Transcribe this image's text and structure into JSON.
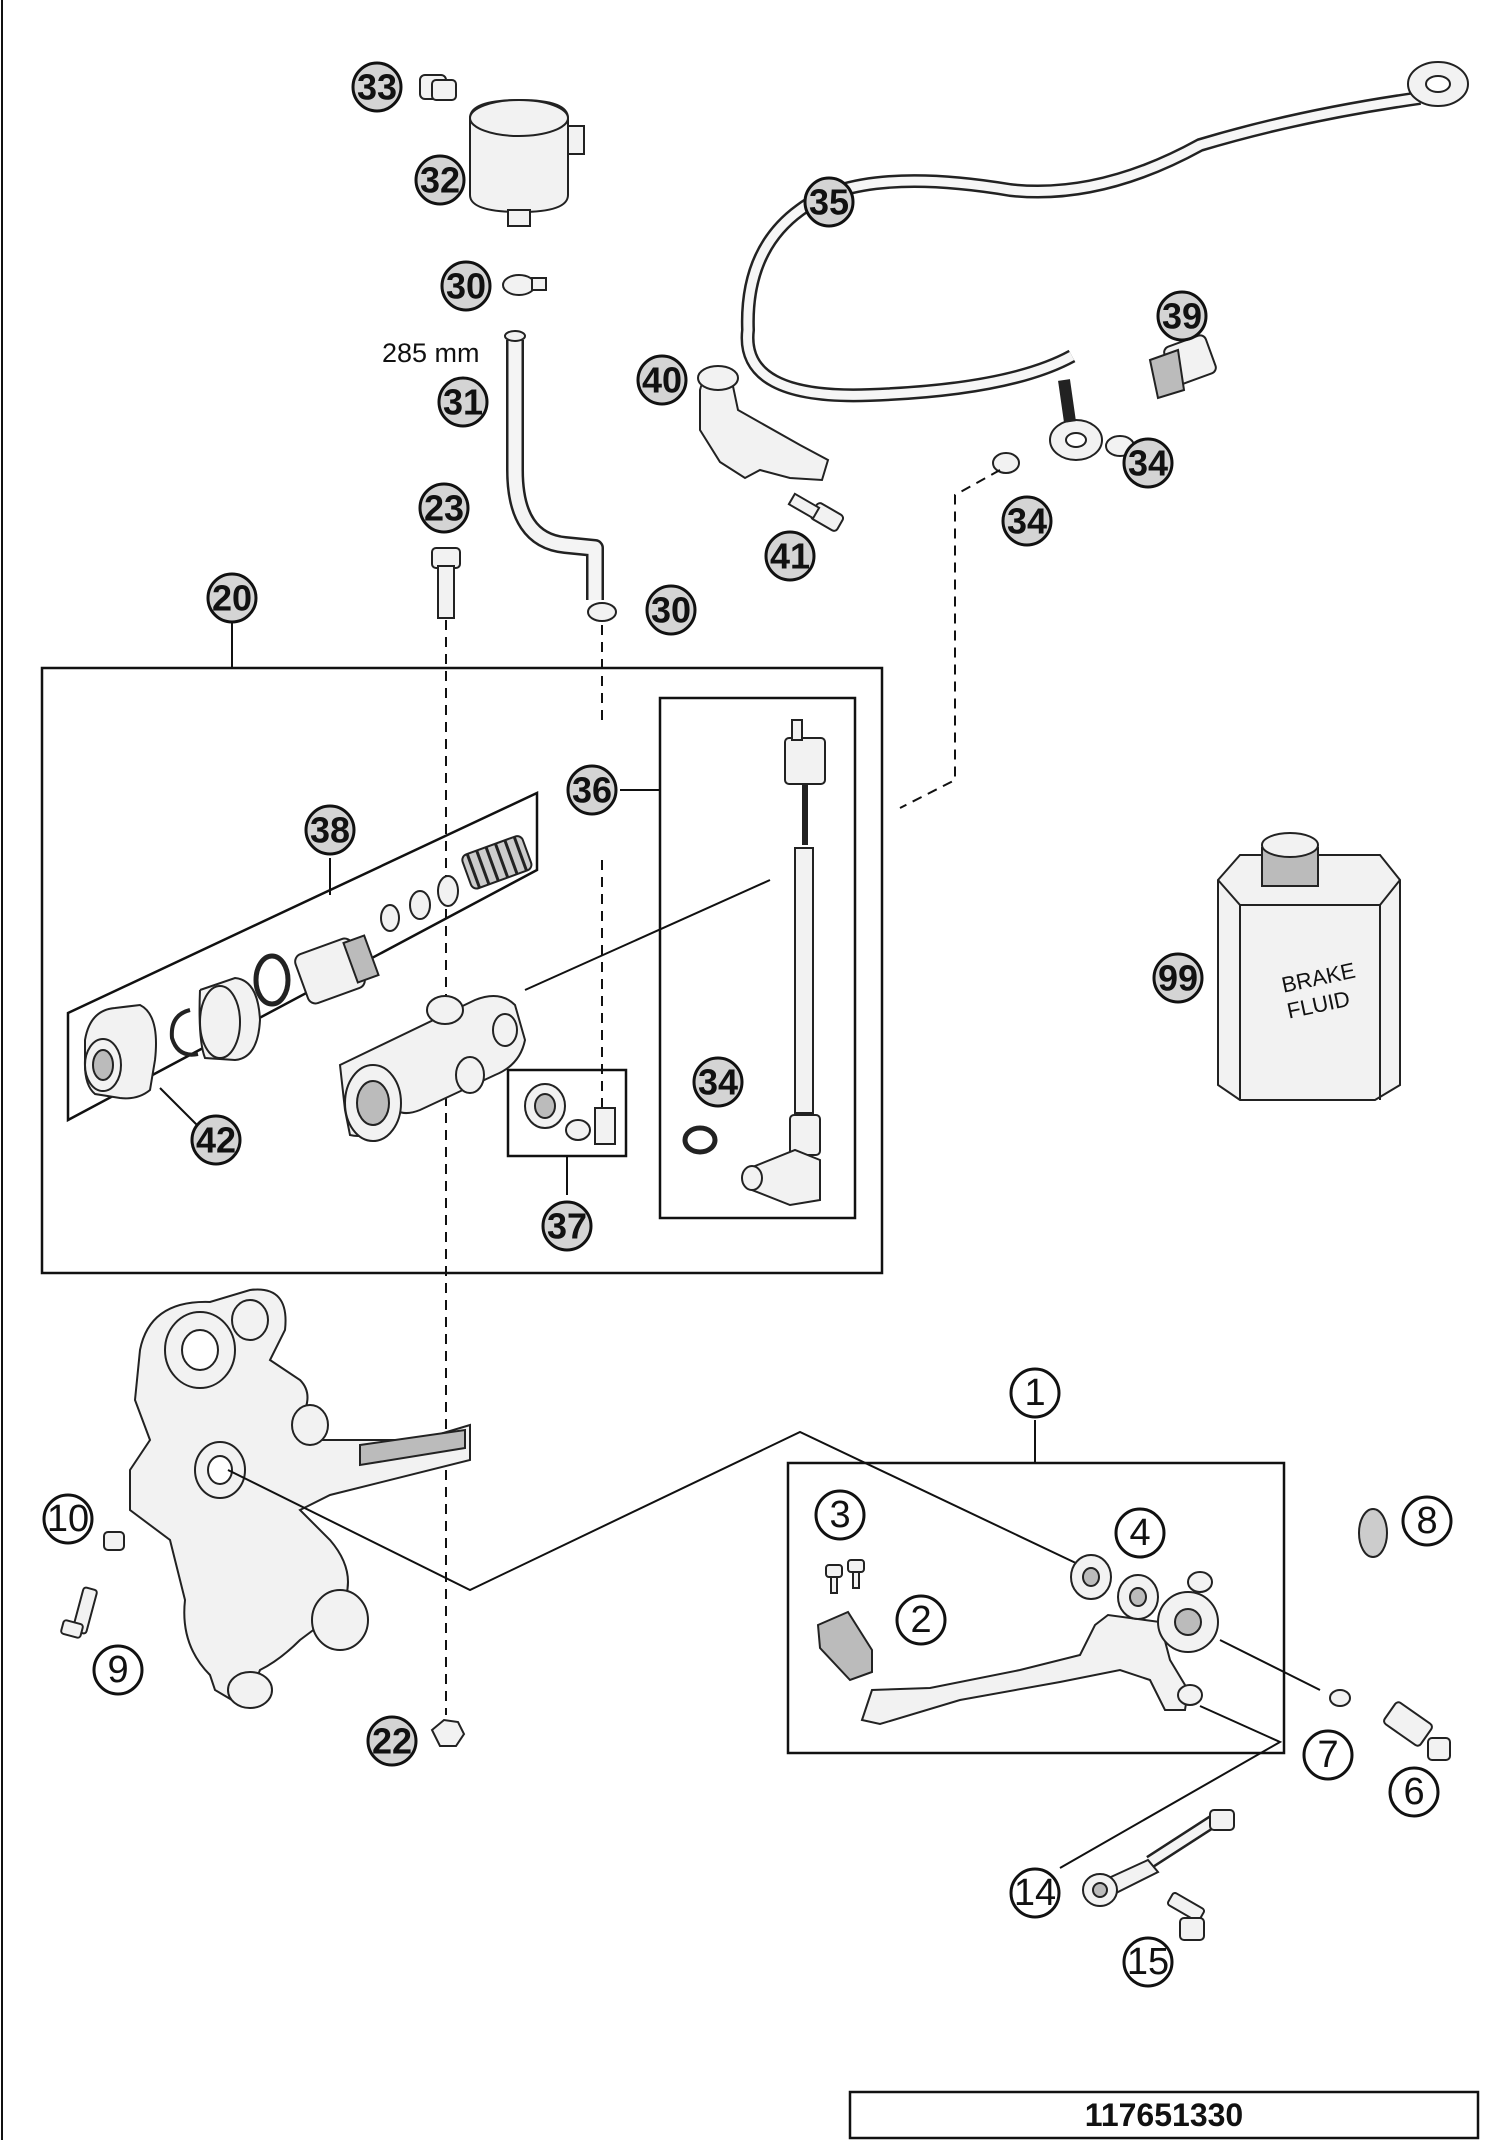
{
  "callouts": {
    "c1": "1",
    "c2": "2",
    "c3": "3",
    "c4": "4",
    "c6": "6",
    "c7": "7",
    "c8": "8",
    "c9": "9",
    "c10": "10",
    "c14": "14",
    "c15": "15",
    "c20": "20",
    "c22": "22",
    "c23": "23",
    "c30a": "30",
    "c30b": "30",
    "c31": "31",
    "c32": "32",
    "c33": "33",
    "c34a": "34",
    "c34b": "34",
    "c34c": "34",
    "c35": "35",
    "c36": "36",
    "c37": "37",
    "c38": "38",
    "c39": "39",
    "c40": "40",
    "c41": "41",
    "c42": "42",
    "c99": "99"
  },
  "hose_length_note": "285 mm",
  "bottle_text": [
    "BRAKE",
    "FLUID"
  ],
  "drawing_number": "117651330"
}
